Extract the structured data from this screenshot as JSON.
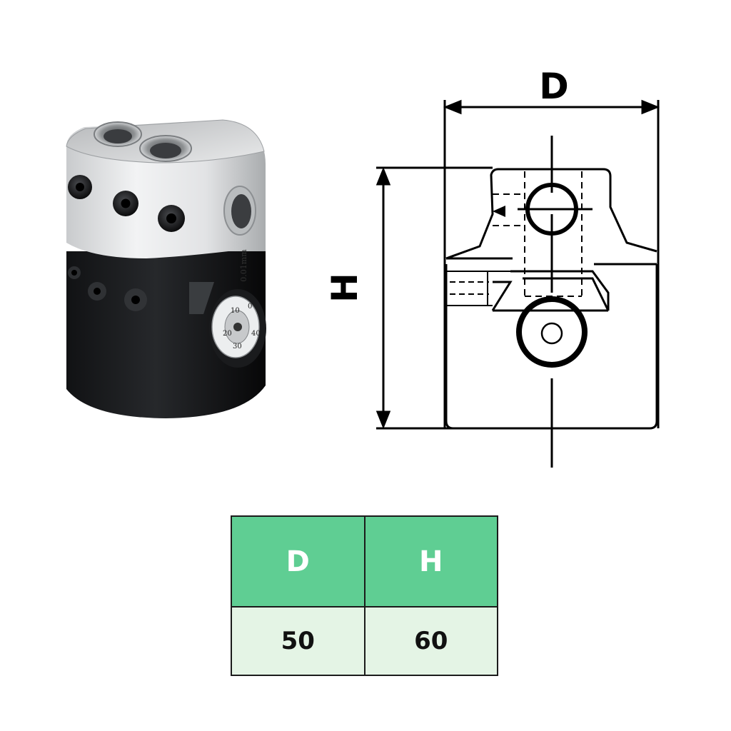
{
  "drawing": {
    "dimension_labels": {
      "width": "D",
      "height": "H"
    }
  },
  "product": {
    "dial_marking": "0.01mm",
    "dial_numbers": [
      "0",
      "10",
      "20",
      "30",
      "40"
    ]
  },
  "table": {
    "headers": [
      "D",
      "H"
    ],
    "values": [
      "50",
      "60"
    ],
    "colors": {
      "header_bg": "#5fce93",
      "header_text": "#ffffff",
      "value_bg": "#e4f4e5",
      "border": "#1b1b1b"
    }
  }
}
